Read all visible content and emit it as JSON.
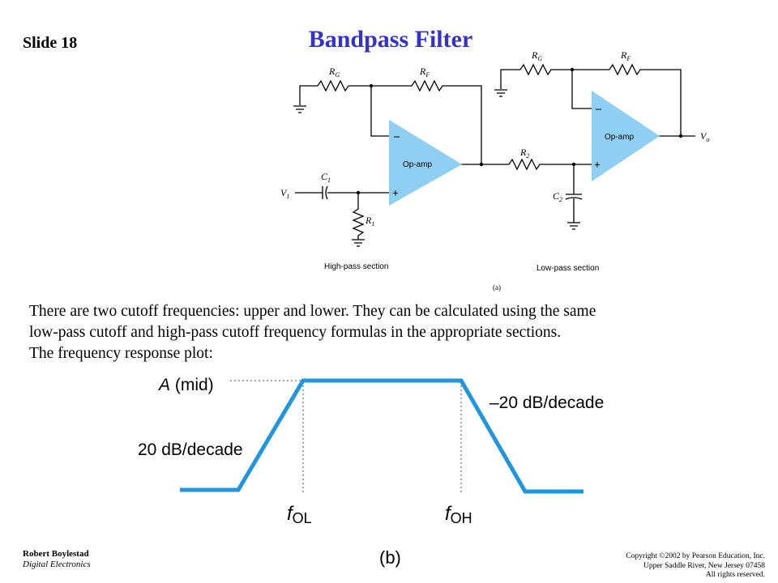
{
  "slide": {
    "label": "Slide 18",
    "title": "Bandpass Filter"
  },
  "circuit": {
    "left": {
      "rg_label": "R",
      "rg_sub": "G",
      "rf_label": "R",
      "rf_sub": "F",
      "c1_label": "C",
      "c1_sub": "1",
      "r1_label": "R",
      "r1_sub": "1",
      "v1_label": "V",
      "v1_sub": "1",
      "opamp_label": "Op-amp",
      "minus": "–",
      "plus": "+",
      "section_label": "High-pass section"
    },
    "right": {
      "rg_label": "R",
      "rg_sub": "G",
      "rf_label": "R",
      "rf_sub": "F",
      "r2_label": "R",
      "r2_sub": "2",
      "c2_label": "C",
      "c2_sub": "2",
      "vo_label": "V",
      "vo_sub": "o",
      "opamp_label": "Op-amp",
      "minus": "–",
      "plus": "+",
      "section_label": "Low-pass section"
    },
    "figure_label": "(a)"
  },
  "body": {
    "line1": "There are two cutoff frequencies: upper and lower. They can be calculated using the same",
    "line2": "low-pass cutoff and high-pass cutoff frequency formulas in the appropriate sections.",
    "line3": "The frequency response plot:"
  },
  "plot": {
    "amid_label": "A (mid)",
    "neg_slope_label": "–20 dB/decade",
    "pos_slope_label": "20 dB/decade",
    "fol_label": "f",
    "fol_sub": "OL",
    "foh_label": "f",
    "foh_sub": "OH",
    "figure_label": "(b)",
    "line_color": "#2196e0"
  },
  "footer": {
    "author": "Robert Boylestad",
    "book": "Digital Electronics",
    "copyright1": "Copyright ©2002 by Pearson Education, Inc.",
    "copyright2": "Upper Saddle River, New Jersey 07458",
    "copyright3": "All rights reserved."
  }
}
